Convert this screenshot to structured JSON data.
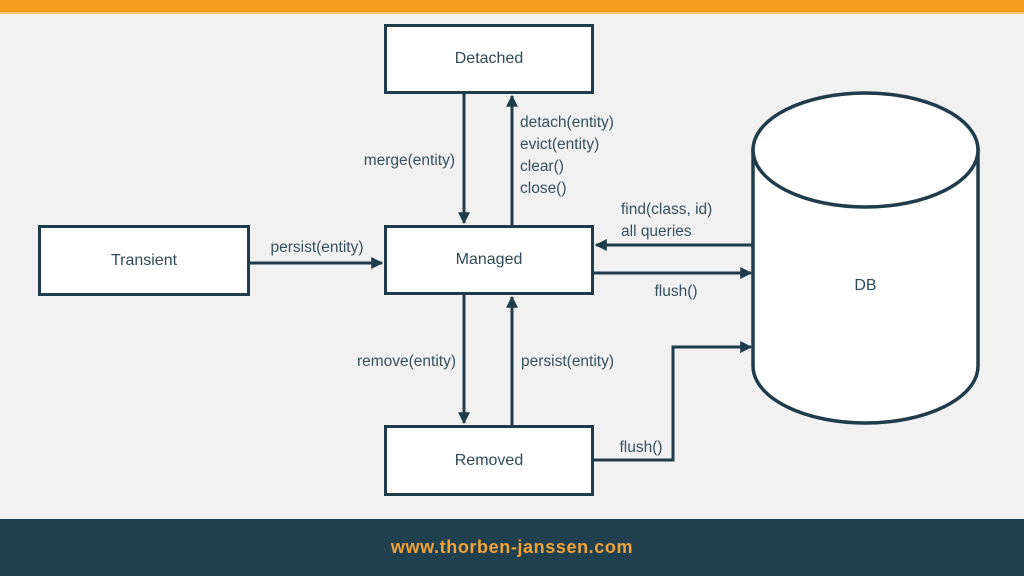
{
  "diagram": {
    "nodes": {
      "detached": "Detached",
      "transient": "Transient",
      "managed": "Managed",
      "removed": "Removed",
      "db": "DB"
    },
    "edge_labels": {
      "merge": "merge(entity)",
      "detach_lines": [
        "detach(entity)",
        "evict(entity)",
        "clear()",
        "close()"
      ],
      "persist_transient": "persist(entity)",
      "find_lines": [
        "find(class, id)",
        "all queries"
      ],
      "flush_managed": "flush()",
      "remove": "remove(entity)",
      "persist_removed": "persist(entity)",
      "flush_removed": "flush()"
    }
  },
  "footer": {
    "website": "www.thorben-janssen.com"
  },
  "colors": {
    "accent_orange": "#F59C1D",
    "accent_orange_light": "#F8C577",
    "dark_teal": "#1F3C4D",
    "footer_teal": "#20404F",
    "label_text": "#35525F",
    "background": "#F1F1F1",
    "footer_link_orange": "#F2A237"
  }
}
